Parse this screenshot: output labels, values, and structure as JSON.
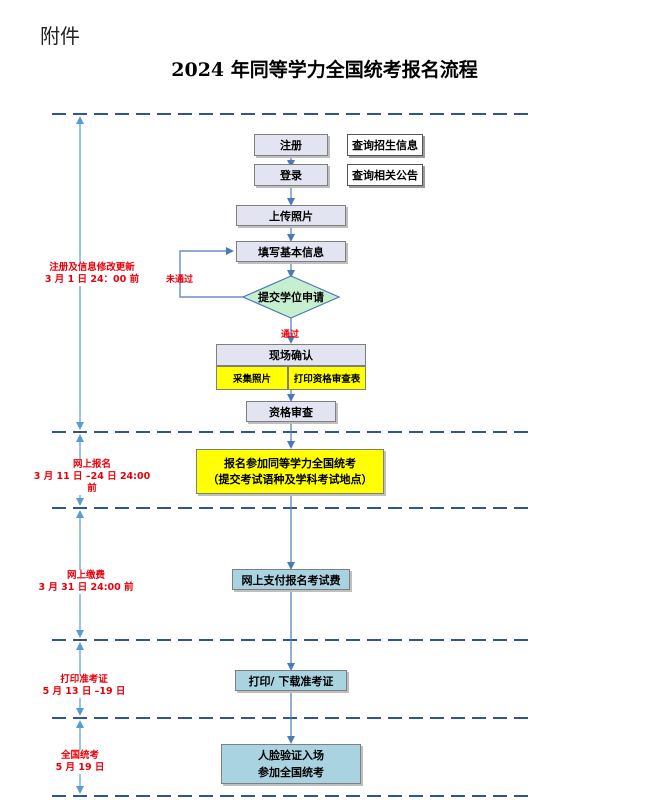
{
  "attachment_label": "附件",
  "title": "2024 年同等学力全国统考报名流程",
  "steps": {
    "register": "注册",
    "query_enrollment": "查询招生信息",
    "login": "登录",
    "query_notices": "查询相关公告",
    "upload_photo": "上传照片",
    "fill_info": "填写基本信息",
    "submit_degree_app": "提交学位申请",
    "onsite_confirm": "现场确认",
    "collect_photo": "采集照片",
    "print_review_form": "打印资格审查表",
    "qualification_review": "资格审查",
    "exam_signup_line1": "报名参加同等学力全国统考",
    "exam_signup_line2": "（提交考试语种及学科考试地点）",
    "pay_fee": "网上支付报名考试费",
    "print_admission": "打印/ 下载准考证",
    "face_verify_line1": "人脸验证入场",
    "face_verify_line2": "参加全国统考"
  },
  "edge_labels": {
    "fail": "未通过",
    "pass": "通过"
  },
  "phases": [
    {
      "line1": "注册及信息修改更新",
      "line2": "3 月 1 日 24：00 前"
    },
    {
      "line1": "网上报名",
      "line2": "3 月 11 日 –24 日 24:00 前"
    },
    {
      "line1": "网上缴费",
      "line2": "3 月 31 日 24:00 前"
    },
    {
      "line1": "打印准考证",
      "line2": "5 月 13 日  –19 日"
    },
    {
      "line1": "全国统考",
      "line2": "5 月 19 日"
    }
  ],
  "colors": {
    "dashed_line": "#2f5597",
    "arrow": "#4a7ab8",
    "phase_text": "#e8000b",
    "lavender_box": "#e3e4f2",
    "yellow_box": "#ffff00",
    "teal_box": "#a9d3e0",
    "diamond": "#c6efce"
  }
}
